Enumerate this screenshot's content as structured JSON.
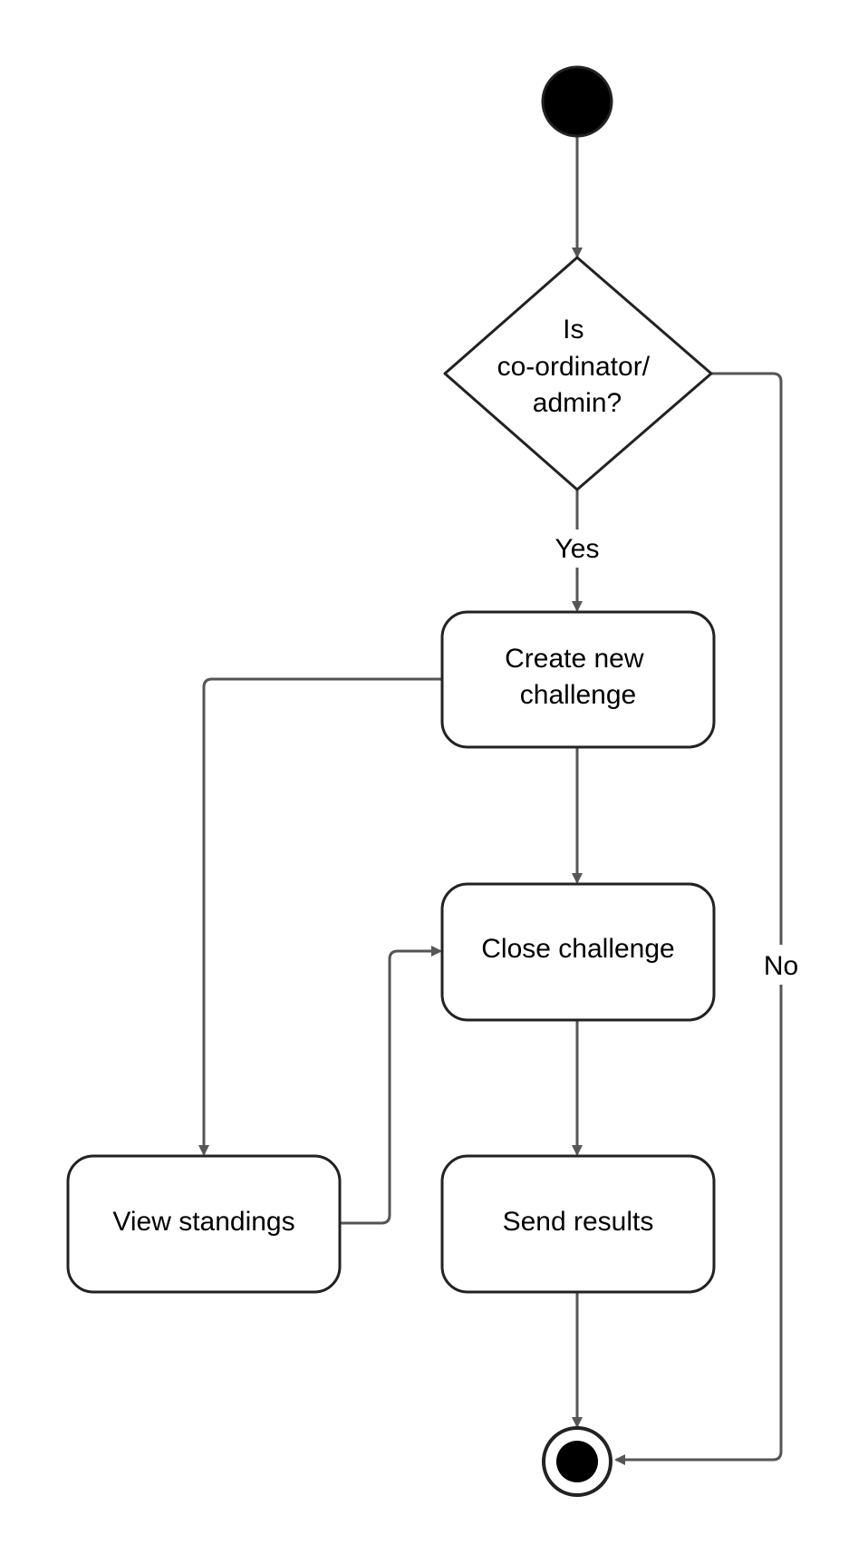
{
  "diagram": {
    "type": "activity",
    "nodes": {
      "start": {
        "kind": "initial"
      },
      "decision": {
        "kind": "decision",
        "lines": [
          "Is",
          "co-ordinator/",
          "admin?"
        ]
      },
      "create": {
        "kind": "action",
        "lines": [
          "Create new",
          "challenge"
        ]
      },
      "close": {
        "kind": "action",
        "lines": [
          "Close challenge"
        ]
      },
      "view": {
        "kind": "action",
        "lines": [
          "View standings"
        ]
      },
      "send": {
        "kind": "action",
        "lines": [
          "Send results"
        ]
      },
      "end": {
        "kind": "final"
      }
    },
    "edges": [
      {
        "from": "start",
        "to": "decision",
        "label": ""
      },
      {
        "from": "decision",
        "to": "create",
        "label": "Yes"
      },
      {
        "from": "decision",
        "to": "end",
        "label": "No"
      },
      {
        "from": "create",
        "to": "close",
        "label": ""
      },
      {
        "from": "create",
        "to": "view",
        "label": ""
      },
      {
        "from": "view",
        "to": "close",
        "label": ""
      },
      {
        "from": "close",
        "to": "send",
        "label": ""
      },
      {
        "from": "send",
        "to": "end",
        "label": ""
      }
    ]
  },
  "colors": {
    "edge": "#555555",
    "border": "#222222",
    "fill": "#ffffff",
    "text": "#000000",
    "node_dot": "#000000"
  }
}
